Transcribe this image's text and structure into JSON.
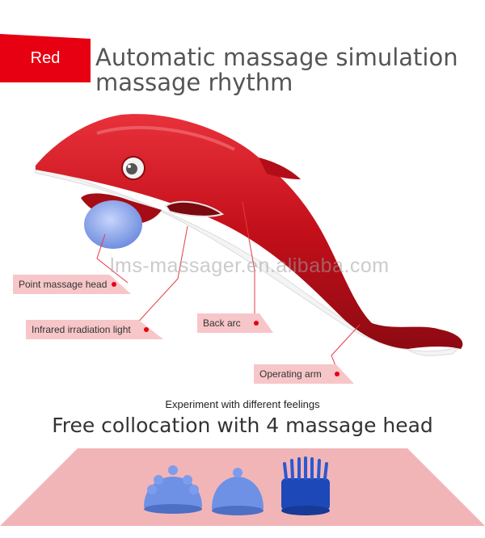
{
  "tag": {
    "label": "Red",
    "color": "#e60012"
  },
  "headline": {
    "line1": "Automatic massage simulation",
    "line2": "massage rhythm"
  },
  "watermark": "lms-massager.en.alibaba.com",
  "callouts": {
    "point_head": "Point massage head",
    "infrared": "Infrared irradiation light",
    "back_arc": "Back arc",
    "operating_arm": "Operating arm"
  },
  "section": {
    "subtitle": "Experiment with different feelings",
    "title": "Free collocation with 4 massage head"
  },
  "colors": {
    "product_red": "#c8101b",
    "accent": "#e60012",
    "head_blue": "#6f8ee0",
    "brush_blue": "#1d48b8",
    "floor": "#f2b5b7"
  }
}
